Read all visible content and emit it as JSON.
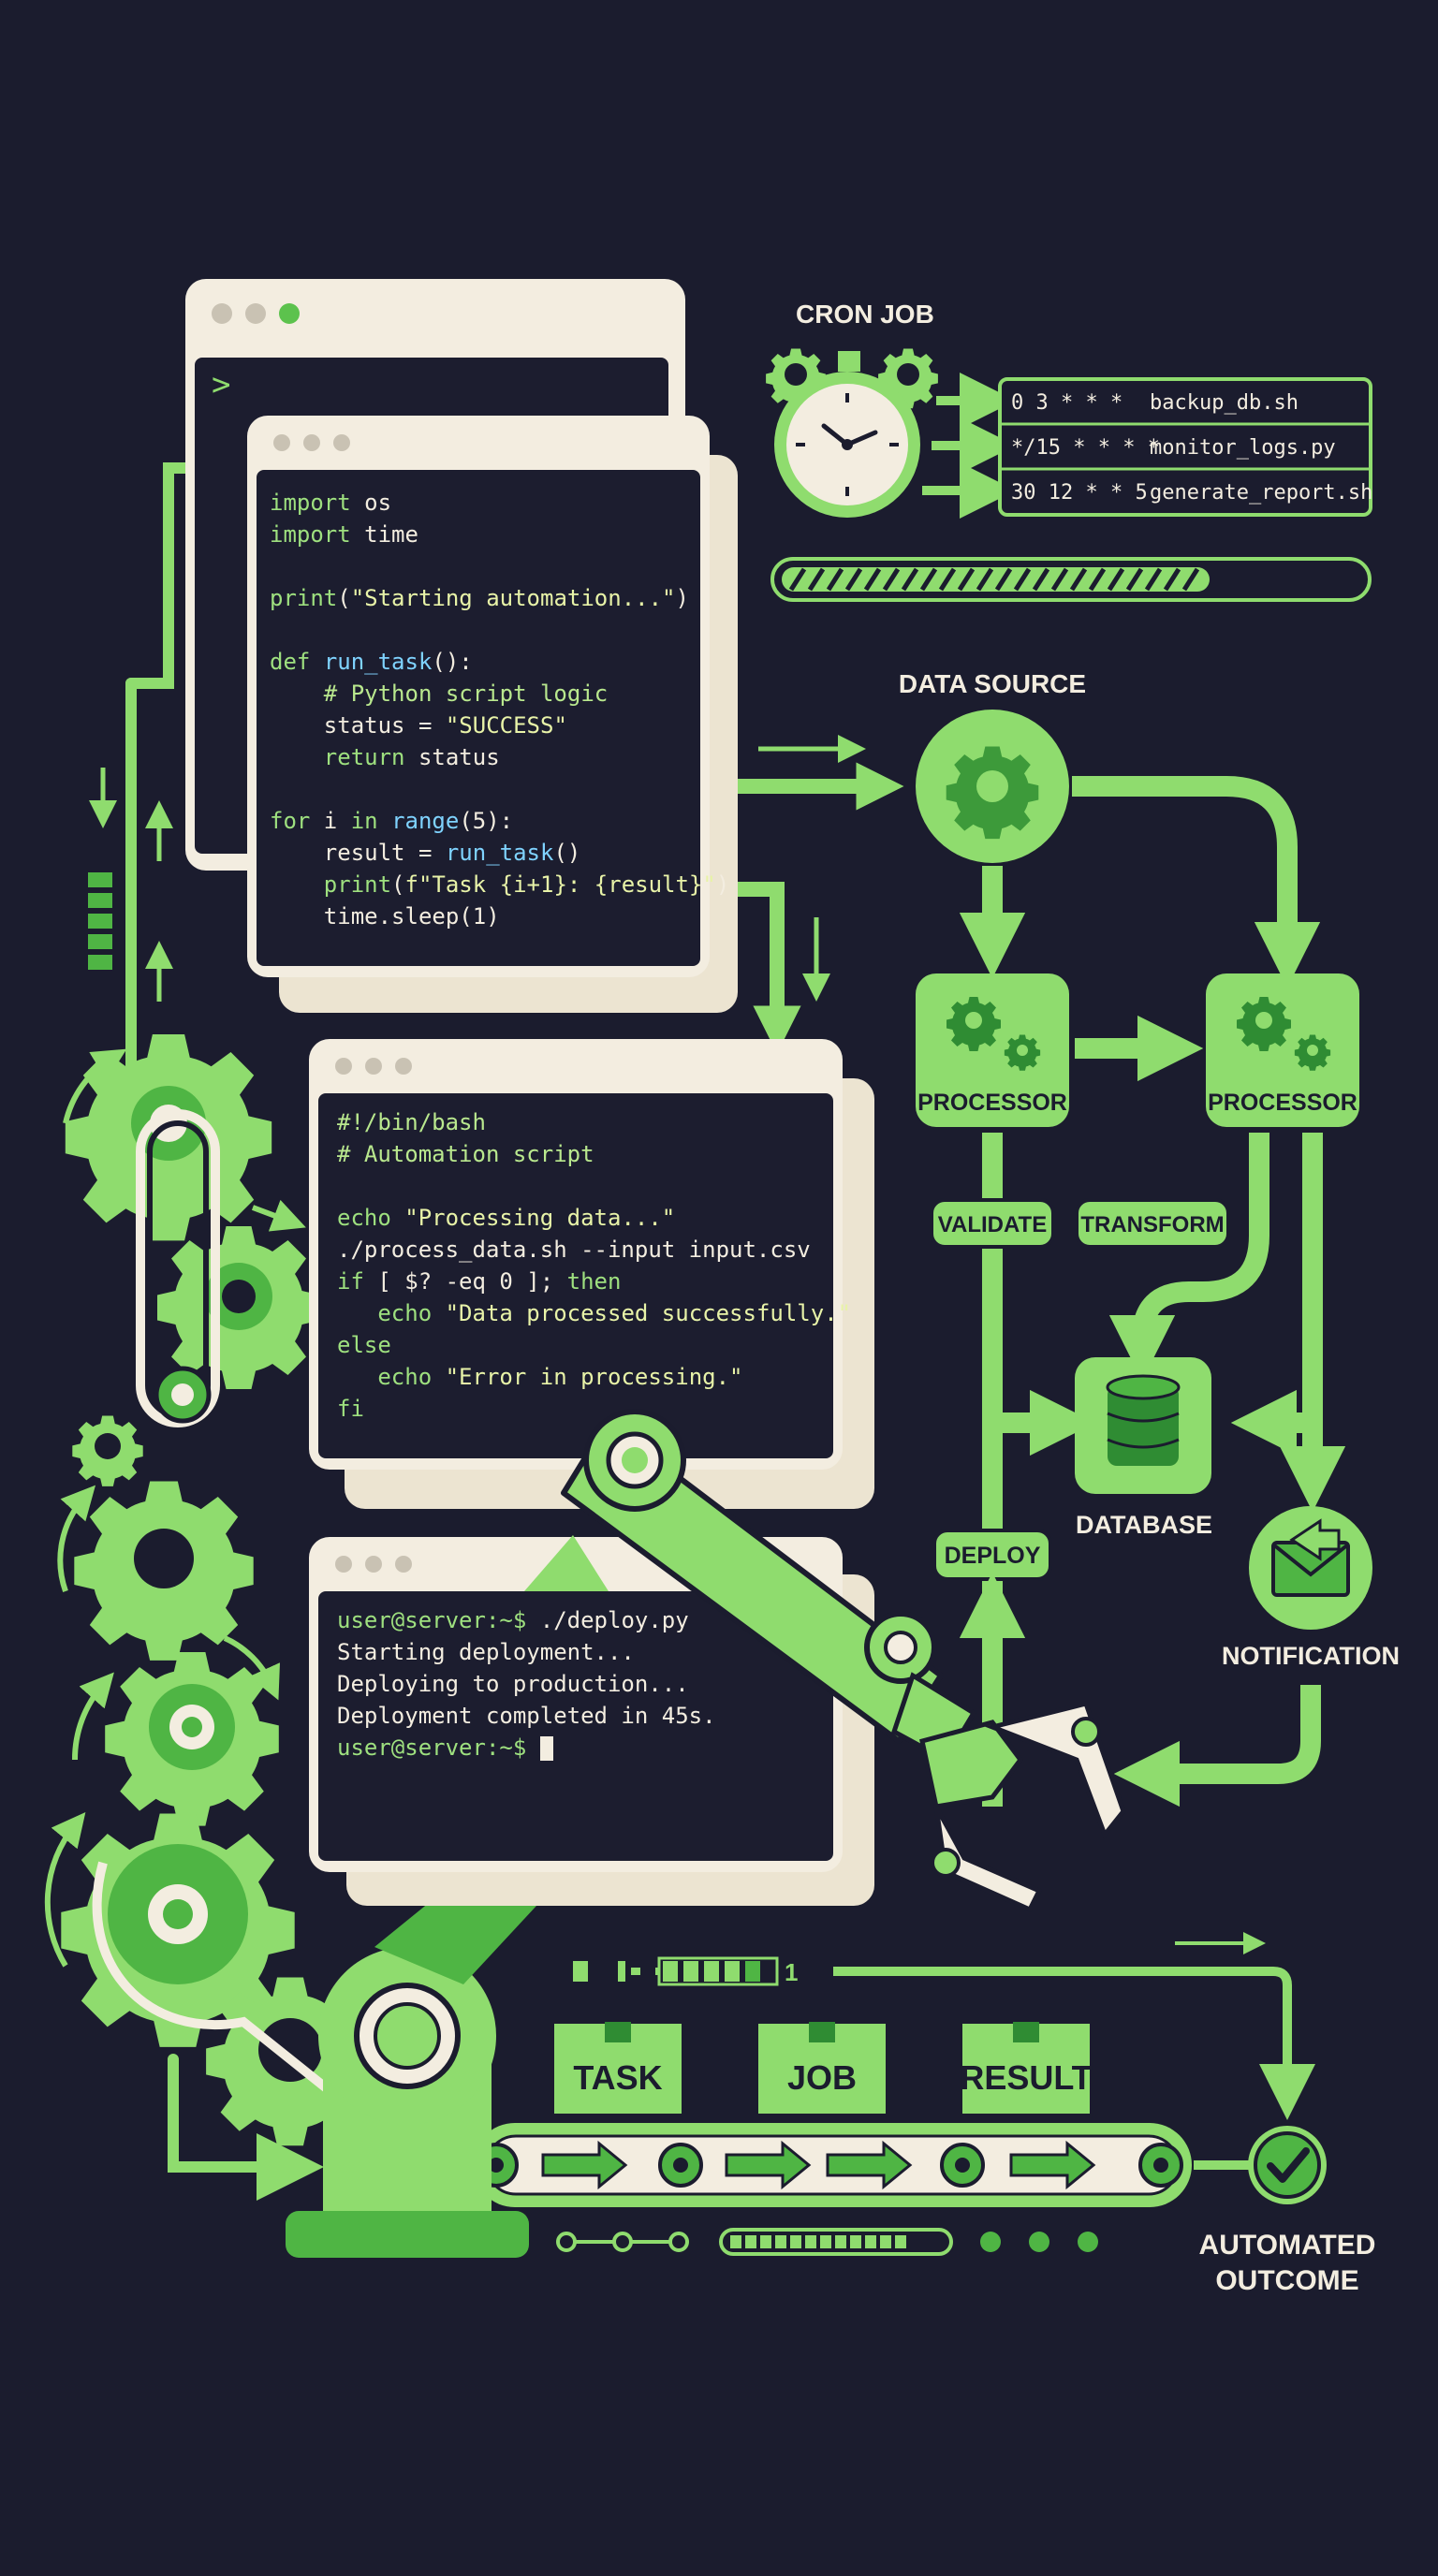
{
  "cron": {
    "title": "CRON JOB",
    "jobs": [
      {
        "schedule": "0 3 * * *",
        "script": "backup_db.sh"
      },
      {
        "schedule": "*/15 * * * *",
        "script": "monitor_logs.py"
      },
      {
        "schedule": "30 12 * * 5",
        "script": "generate_report.sh"
      }
    ],
    "progress": 0.74
  },
  "back_window": {
    "prompt": ">"
  },
  "python_code": {
    "lines": [
      "import os",
      "import time",
      "",
      "print(\"Starting automation...\")",
      "",
      "def run_task():",
      "    # Python script logic",
      "    status = \"SUCCESS\"",
      "    return status",
      "",
      "for i in range(5):",
      "    result = run_task()",
      "    print(f\"Task {i+1}: {result}\")",
      "    time.sleep(1)"
    ]
  },
  "bash_code": {
    "lines": [
      "#!/bin/bash",
      "# Automation script",
      "",
      "echo \"Processing data...\"",
      "./process_data.sh --input input.csv",
      "if [ $? -eq 0 ]; then",
      "   echo \"Data processed successfully.\"",
      "else",
      "   echo \"Error in processing.\"",
      "fi"
    ]
  },
  "terminal": {
    "lines": [
      {
        "prompt": "user@server:~$",
        "text": " ./deploy.py"
      },
      {
        "prompt": "",
        "text": "Starting deployment..."
      },
      {
        "prompt": "",
        "text": "Deploying to production..."
      },
      {
        "prompt": "",
        "text": "Deployment completed in 45s."
      },
      {
        "prompt": "user@server:~$",
        "text": " "
      }
    ]
  },
  "flow": {
    "data_source": "DATA SOURCE",
    "processor_1": "PROCESSOR",
    "processor_2": "PROCESSOR",
    "validate": "VALIDATE",
    "transform": "TRANSFORM",
    "database": "DATABASE",
    "deploy": "DEPLOY",
    "notification": "NOTIFICATION"
  },
  "conveyor": {
    "boxes": [
      "TASK",
      "JOB",
      "RESULT"
    ],
    "counter": "1",
    "outcome": [
      "AUTOMATED",
      "OUTCOME"
    ]
  },
  "colors": {
    "background": "#1b1c2e",
    "accent": "#8fdc6e",
    "accent_dark": "#4fb544",
    "window": "#f3ede0"
  }
}
